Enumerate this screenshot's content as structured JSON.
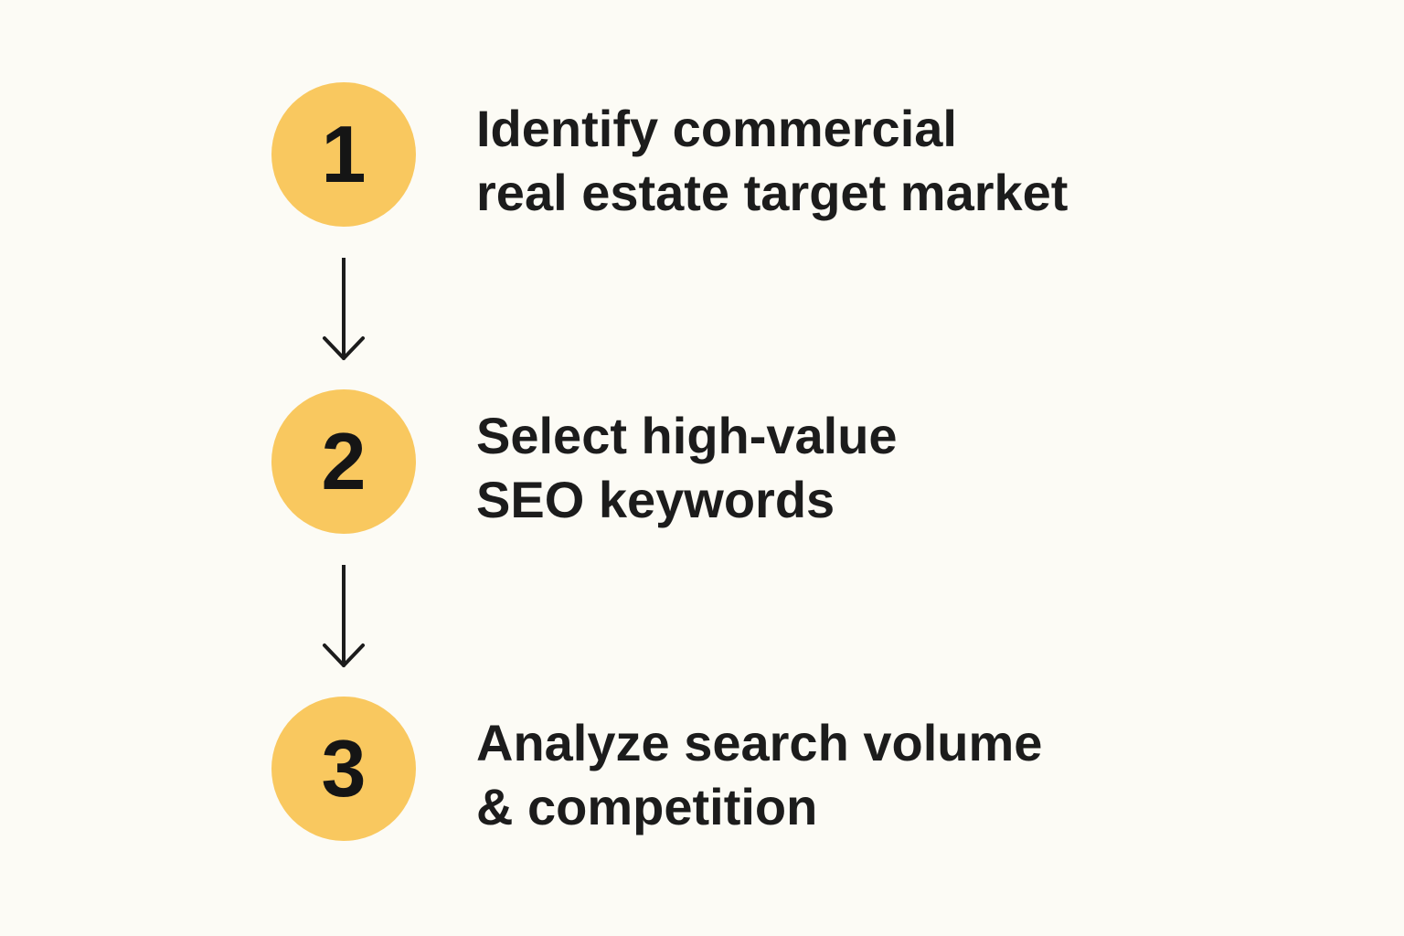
{
  "steps": [
    {
      "number": "1",
      "lines": [
        "Identify commercial",
        "real estate target market"
      ]
    },
    {
      "number": "2",
      "lines": [
        "Select high-value",
        "SEO keywords"
      ]
    },
    {
      "number": "3",
      "lines": [
        "Analyze search volume",
        "& competition"
      ]
    }
  ],
  "colors": {
    "background": "#fcfbf5",
    "circle": "#f9c85f",
    "text": "#1c1c1c",
    "arrow": "#1c1c1c"
  },
  "icons": {
    "connector": "arrow-down-icon"
  }
}
